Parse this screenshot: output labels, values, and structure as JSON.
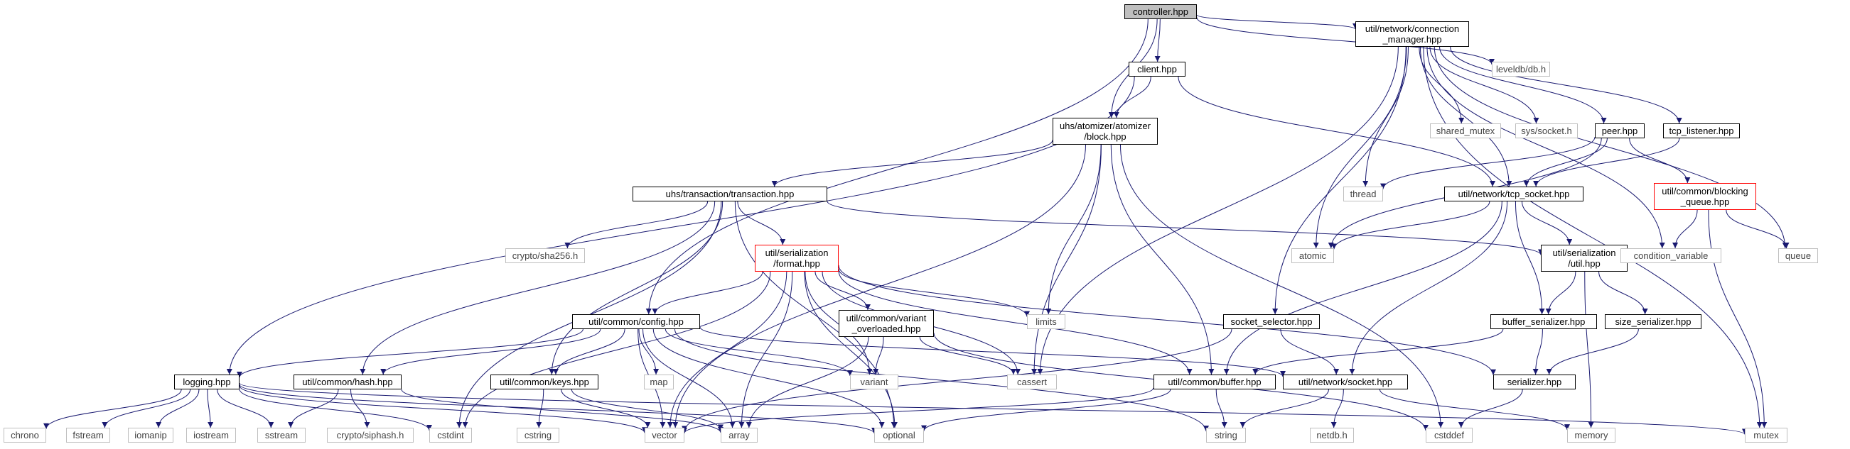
{
  "graph": {
    "nodes": [
      {
        "id": "controller",
        "label": "controller.hpp",
        "kind": "root"
      },
      {
        "id": "client",
        "label": "client.hpp",
        "kind": "local"
      },
      {
        "id": "connmgr",
        "label": "util/network/connection\n_manager.hpp",
        "kind": "local"
      },
      {
        "id": "leveldb",
        "label": "leveldb/db.h",
        "kind": "ext"
      },
      {
        "id": "block",
        "label": "uhs/atomizer/atomizer\n/block.hpp",
        "kind": "local"
      },
      {
        "id": "shared_mutex",
        "label": "shared_mutex",
        "kind": "ext"
      },
      {
        "id": "syssocket",
        "label": "sys/socket.h",
        "kind": "ext"
      },
      {
        "id": "peer",
        "label": "peer.hpp",
        "kind": "local"
      },
      {
        "id": "tcplistener",
        "label": "tcp_listener.hpp",
        "kind": "local"
      },
      {
        "id": "thread",
        "label": "thread",
        "kind": "ext"
      },
      {
        "id": "transaction",
        "label": "uhs/transaction/transaction.hpp",
        "kind": "local"
      },
      {
        "id": "tcpsocket",
        "label": "util/network/tcp_socket.hpp",
        "kind": "local"
      },
      {
        "id": "blockingqueue",
        "label": "util/common/blocking\n_queue.hpp",
        "kind": "incomplete"
      },
      {
        "id": "atomic",
        "label": "atomic",
        "kind": "ext"
      },
      {
        "id": "sha256",
        "label": "crypto/sha256.h",
        "kind": "ext"
      },
      {
        "id": "format",
        "label": "util/serialization\n/format.hpp",
        "kind": "incomplete"
      },
      {
        "id": "serutil",
        "label": "util/serialization\n/util.hpp",
        "kind": "local"
      },
      {
        "id": "condvar",
        "label": "condition_variable",
        "kind": "ext"
      },
      {
        "id": "queue",
        "label": "queue",
        "kind": "ext"
      },
      {
        "id": "config",
        "label": "util/common/config.hpp",
        "kind": "local"
      },
      {
        "id": "variantov",
        "label": "util/common/variant\n_overloaded.hpp",
        "kind": "local"
      },
      {
        "id": "limits",
        "label": "limits",
        "kind": "ext"
      },
      {
        "id": "sockselector",
        "label": "socket_selector.hpp",
        "kind": "local"
      },
      {
        "id": "bufser",
        "label": "buffer_serializer.hpp",
        "kind": "local"
      },
      {
        "id": "sizeser",
        "label": "size_serializer.hpp",
        "kind": "local"
      },
      {
        "id": "logging",
        "label": "logging.hpp",
        "kind": "local"
      },
      {
        "id": "hash",
        "label": "util/common/hash.hpp",
        "kind": "local"
      },
      {
        "id": "keys",
        "label": "util/common/keys.hpp",
        "kind": "local"
      },
      {
        "id": "map",
        "label": "map",
        "kind": "ext"
      },
      {
        "id": "variant",
        "label": "variant",
        "kind": "ext"
      },
      {
        "id": "cassert",
        "label": "cassert",
        "kind": "ext"
      },
      {
        "id": "buffer",
        "label": "util/common/buffer.hpp",
        "kind": "local"
      },
      {
        "id": "socket",
        "label": "util/network/socket.hpp",
        "kind": "local"
      },
      {
        "id": "serializer",
        "label": "serializer.hpp",
        "kind": "local"
      },
      {
        "id": "chrono",
        "label": "chrono",
        "kind": "ext"
      },
      {
        "id": "fstream",
        "label": "fstream",
        "kind": "ext"
      },
      {
        "id": "iomanip",
        "label": "iomanip",
        "kind": "ext"
      },
      {
        "id": "iostream",
        "label": "iostream",
        "kind": "ext"
      },
      {
        "id": "sstream",
        "label": "sstream",
        "kind": "ext"
      },
      {
        "id": "siphash",
        "label": "crypto/siphash.h",
        "kind": "ext"
      },
      {
        "id": "cstdint",
        "label": "cstdint",
        "kind": "ext"
      },
      {
        "id": "cstring",
        "label": "cstring",
        "kind": "ext"
      },
      {
        "id": "vector",
        "label": "vector",
        "kind": "ext"
      },
      {
        "id": "array",
        "label": "array",
        "kind": "ext"
      },
      {
        "id": "optional",
        "label": "optional",
        "kind": "ext"
      },
      {
        "id": "string",
        "label": "string",
        "kind": "ext"
      },
      {
        "id": "netdb",
        "label": "netdb.h",
        "kind": "ext"
      },
      {
        "id": "cstddef",
        "label": "cstddef",
        "kind": "ext"
      },
      {
        "id": "memory",
        "label": "memory",
        "kind": "ext"
      },
      {
        "id": "mutex",
        "label": "mutex",
        "kind": "ext"
      }
    ],
    "edges": [
      [
        "controller",
        "client"
      ],
      [
        "controller",
        "block"
      ],
      [
        "controller",
        "connmgr"
      ],
      [
        "controller",
        "leveldb"
      ],
      [
        "controller",
        "config"
      ],
      [
        "client",
        "block"
      ],
      [
        "client",
        "logging"
      ],
      [
        "client",
        "tcpsocket"
      ],
      [
        "connmgr",
        "shared_mutex"
      ],
      [
        "connmgr",
        "syssocket"
      ],
      [
        "connmgr",
        "peer"
      ],
      [
        "connmgr",
        "tcplistener"
      ],
      [
        "connmgr",
        "thread"
      ],
      [
        "connmgr",
        "atomic"
      ],
      [
        "connmgr",
        "cassert"
      ],
      [
        "connmgr",
        "sockselector"
      ],
      [
        "connmgr",
        "condvar"
      ],
      [
        "connmgr",
        "queue"
      ],
      [
        "connmgr",
        "mutex"
      ],
      [
        "connmgr",
        "tcpsocket"
      ],
      [
        "block",
        "transaction"
      ],
      [
        "block",
        "limits"
      ],
      [
        "block",
        "cassert"
      ],
      [
        "block",
        "buffer"
      ],
      [
        "block",
        "cstddef"
      ],
      [
        "block",
        "vector"
      ],
      [
        "peer",
        "thread"
      ],
      [
        "peer",
        "atomic"
      ],
      [
        "peer",
        "tcpsocket"
      ],
      [
        "peer",
        "blockingqueue"
      ],
      [
        "tcplistener",
        "tcpsocket"
      ],
      [
        "blockingqueue",
        "condvar"
      ],
      [
        "blockingqueue",
        "queue"
      ],
      [
        "blockingqueue",
        "mutex"
      ],
      [
        "transaction",
        "sha256"
      ],
      [
        "transaction",
        "format"
      ],
      [
        "transaction",
        "serutil"
      ],
      [
        "transaction",
        "hash"
      ],
      [
        "transaction",
        "keys"
      ],
      [
        "transaction",
        "cstdint"
      ],
      [
        "transaction",
        "optional"
      ],
      [
        "tcpsocket",
        "atomic"
      ],
      [
        "tcpsocket",
        "serutil"
      ],
      [
        "tcpsocket",
        "bufser"
      ],
      [
        "tcpsocket",
        "buffer"
      ],
      [
        "tcpsocket",
        "socket"
      ],
      [
        "format",
        "config"
      ],
      [
        "format",
        "variantov"
      ],
      [
        "format",
        "limits"
      ],
      [
        "format",
        "variant"
      ],
      [
        "format",
        "cassert"
      ],
      [
        "format",
        "buffer"
      ],
      [
        "format",
        "serializer"
      ],
      [
        "format",
        "cstdint"
      ],
      [
        "format",
        "vector"
      ],
      [
        "format",
        "array"
      ],
      [
        "format",
        "optional"
      ],
      [
        "serutil",
        "bufser"
      ],
      [
        "serutil",
        "sizeser"
      ],
      [
        "serutil",
        "memory"
      ],
      [
        "config",
        "logging"
      ],
      [
        "config",
        "hash"
      ],
      [
        "config",
        "keys"
      ],
      [
        "config",
        "map"
      ],
      [
        "config",
        "variant"
      ],
      [
        "config",
        "vector"
      ],
      [
        "config",
        "optional"
      ],
      [
        "config",
        "string"
      ],
      [
        "config",
        "socket"
      ],
      [
        "config",
        "array"
      ],
      [
        "variantov",
        "variant"
      ],
      [
        "variantov",
        "cassert"
      ],
      [
        "variantov",
        "array"
      ],
      [
        "variantov",
        "cstddef"
      ],
      [
        "sockselector",
        "socket"
      ],
      [
        "sockselector",
        "vector"
      ],
      [
        "bufser",
        "serializer"
      ],
      [
        "bufser",
        "buffer"
      ],
      [
        "sizeser",
        "serializer"
      ],
      [
        "logging",
        "chrono"
      ],
      [
        "logging",
        "fstream"
      ],
      [
        "logging",
        "iomanip"
      ],
      [
        "logging",
        "iostream"
      ],
      [
        "logging",
        "sstream"
      ],
      [
        "logging",
        "cstdint"
      ],
      [
        "logging",
        "mutex"
      ],
      [
        "logging",
        "vector"
      ],
      [
        "logging",
        "optional"
      ],
      [
        "hash",
        "sstream"
      ],
      [
        "hash",
        "siphash"
      ],
      [
        "hash",
        "array"
      ],
      [
        "keys",
        "cstring"
      ],
      [
        "keys",
        "vector"
      ],
      [
        "keys",
        "array"
      ],
      [
        "buffer",
        "string"
      ],
      [
        "buffer",
        "vector"
      ],
      [
        "buffer",
        "optional"
      ],
      [
        "socket",
        "netdb"
      ],
      [
        "socket",
        "string"
      ],
      [
        "socket",
        "memory"
      ],
      [
        "serializer",
        "cstddef"
      ]
    ]
  }
}
